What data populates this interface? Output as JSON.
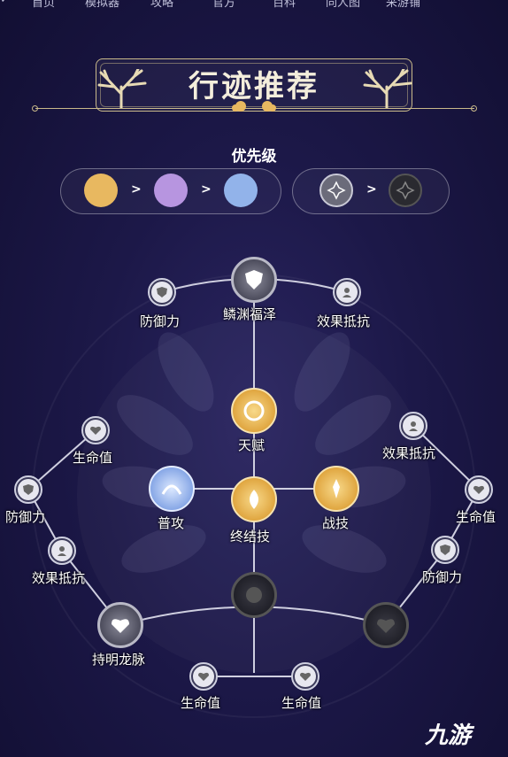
{
  "nav": [
    "首页",
    "模拟器",
    "攻略",
    "官方",
    "百科",
    "同人图",
    "采游铺"
  ],
  "title": "行迹推荐",
  "priority": {
    "label": "优先级",
    "gt": ">",
    "colors": [
      "#e8b860",
      "#b795e0",
      "#92b3ea"
    ]
  },
  "nodes": {
    "top_center": "鳞渊福泽",
    "top_left": "防御力",
    "top_right": "效果抵抗",
    "talent": "天赋",
    "basic": "普攻",
    "ultimate": "终结技",
    "skill": "战技",
    "l_hp": "生命值",
    "l_def": "防御力",
    "l_res": "效果抵抗",
    "l_major": "持明龙脉",
    "r_res": "效果抵抗",
    "r_hp": "生命值",
    "r_def": "防御力",
    "b_hp1": "生命值",
    "b_hp2": "生命值"
  },
  "logo": "九游"
}
